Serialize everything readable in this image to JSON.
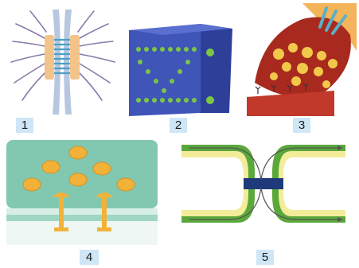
{
  "labels": [
    "1",
    "2",
    "3",
    "4",
    "5"
  ],
  "colors": {
    "label_bg": "#cfe6f7",
    "desmosome_blue": "#4aa0c8",
    "membrane_blue": "#2e3f9a",
    "junction_green": "#6cc04a",
    "synapse_red": "#c0392b",
    "vesicle_yellow": "#f2c84b",
    "panel4_teal": "#7fc7b0",
    "protein_orange": "#f0a830",
    "gap_yellow": "#f3ec9a",
    "gap_green": "#5aa83a"
  }
}
